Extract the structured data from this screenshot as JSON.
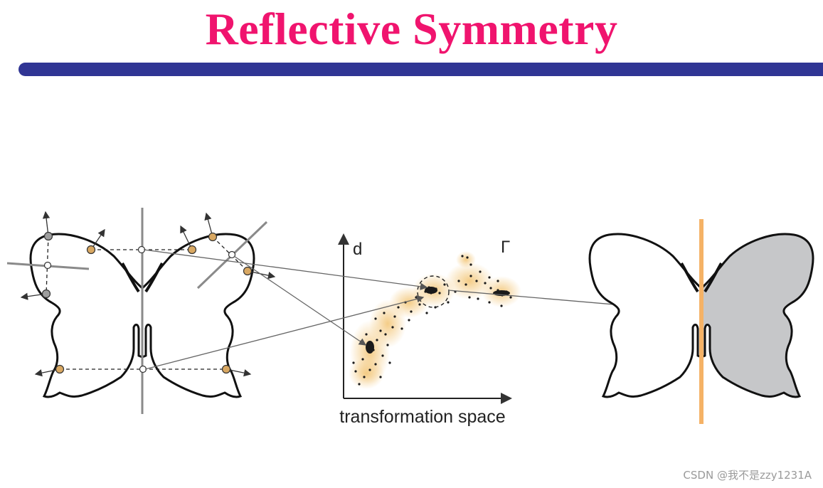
{
  "title": "Reflective Symmetry",
  "figure": {
    "plot": {
      "y_label": "d",
      "gamma_label": "Γ",
      "x_label": "transformation space"
    }
  },
  "watermark": "CSDN @我不是zzy1231A",
  "colors": {
    "title": "#f0146e",
    "bar": "#303594",
    "symmetry_axis": "#f5b266",
    "point_orange": "#d9a862",
    "point_gray": "#9e9e9e",
    "shaded_half": "#c6c7c9"
  }
}
